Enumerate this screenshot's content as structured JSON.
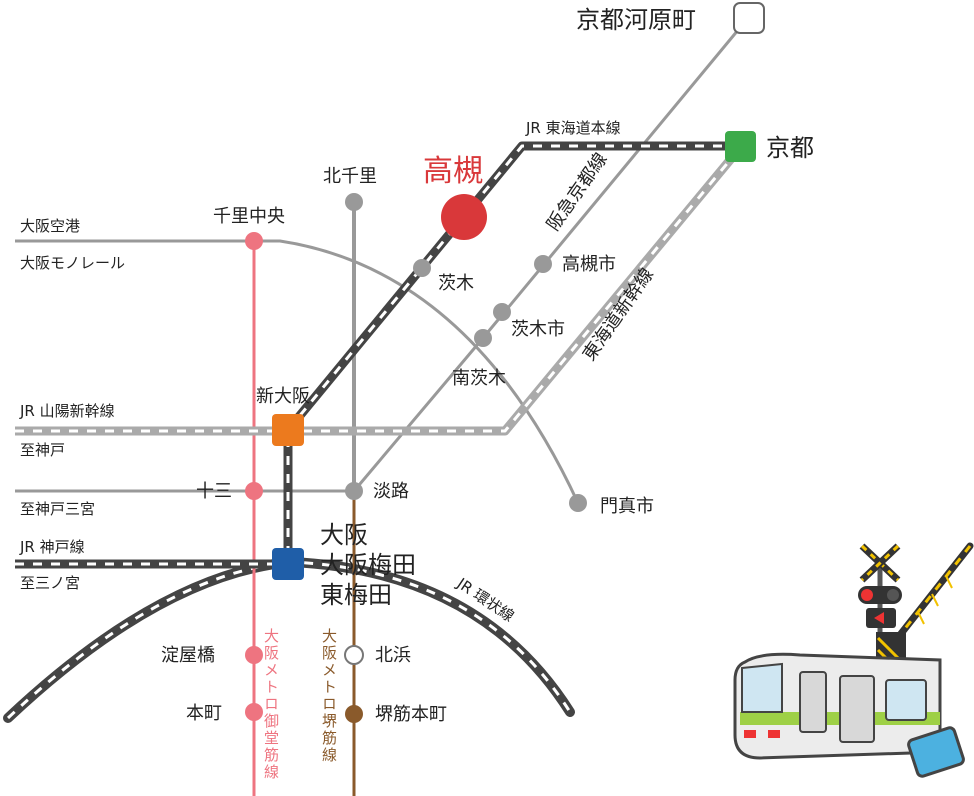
{
  "stations": {
    "kyoto_kawaramachi": "京都河原町",
    "kyoto": "京都",
    "takatsuki": "高槻",
    "kita_senri": "北千里",
    "senri_chuo": "千里中央",
    "ibaraki": "茨木",
    "takatsukishi": "高槻市",
    "ibarakishi": "茨木市",
    "minami_ibaraki": "南茨木",
    "shin_osaka": "新大阪",
    "juso": "十三",
    "awaji": "淡路",
    "kadoma": "門真市",
    "osaka": "大阪",
    "osaka_umeda": "大阪梅田",
    "higashi_umeda": "東梅田",
    "yodoyabashi": "淀屋橋",
    "kitahama": "北浜",
    "honmachi": "本町",
    "sakaisuji_honmachi": "堺筋本町"
  },
  "lines": {
    "jr_tokaido": "JR 東海道本線",
    "hankyu_kyoto": "阪急京都線",
    "tokaido_shinkansen": "東海道新幹線",
    "sanyo_shinkansen": "JR 山陽新幹線",
    "jr_kobe": "JR 神戸線",
    "jr_loop": "JR 環状線",
    "monorail_1": "大阪空港",
    "monorail_2": "大阪モノレール",
    "midosuji": "大阪メトロ御堂筋線",
    "sakaisuji": "大阪メトロ堺筋線"
  },
  "directions": {
    "to_kobe": "至神戸",
    "to_kobe_sannomiya": "至神戸三宮",
    "to_sannomiya": "至三ノ宮"
  },
  "colors": {
    "takatsuki": "#d9383a",
    "kyoto": "#3caa4a",
    "shin_osaka": "#ec7a1e",
    "osaka": "#1f5ea8",
    "midosuji": "#ee7480",
    "sakaisuji": "#8a5a2b",
    "gray": "#999999"
  },
  "icons": {
    "illustration": "train-crossing-illustration"
  }
}
